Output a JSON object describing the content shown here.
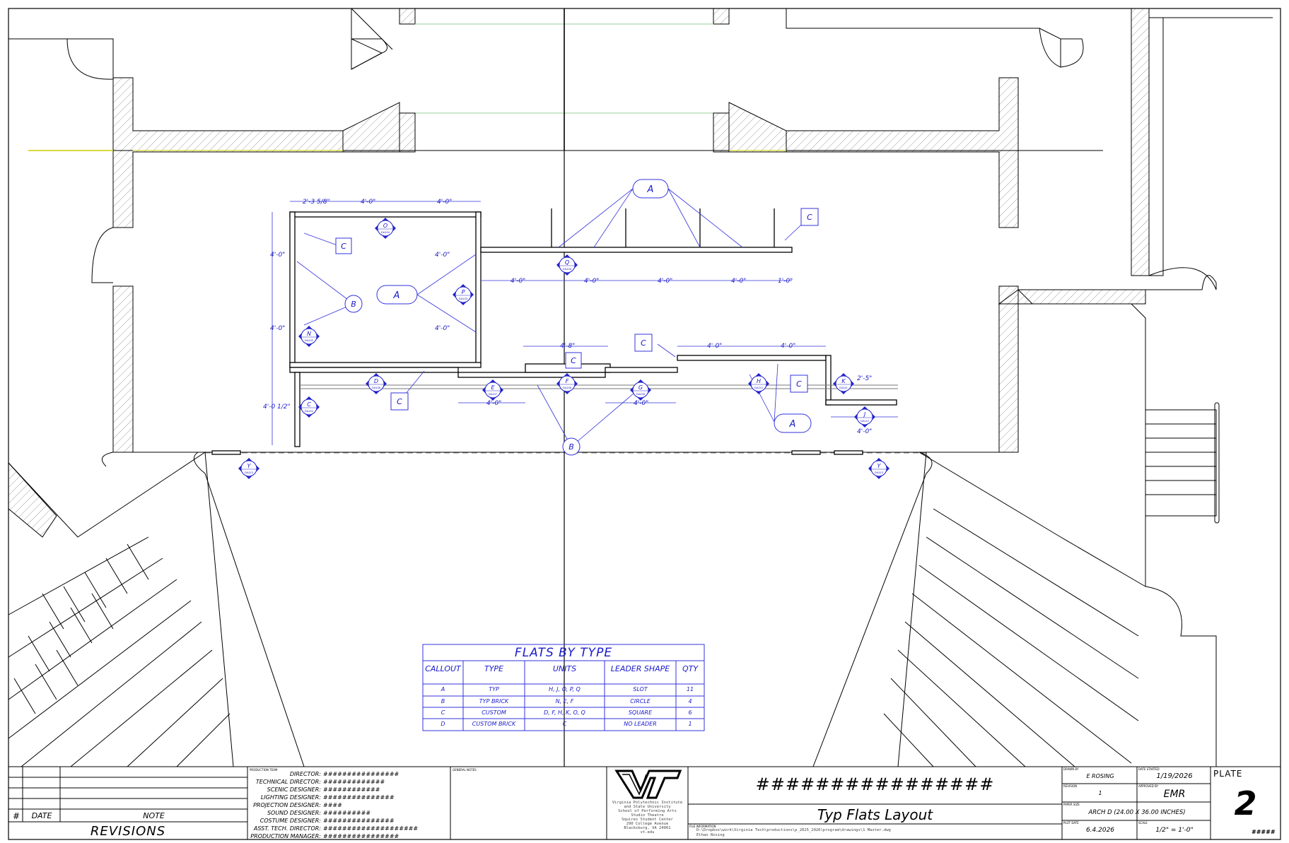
{
  "title_block": {
    "show_title_hash": "################",
    "drawing_title": "Typ Flats Layout",
    "drawn_by_label": "DRAWN BY",
    "drawn_by": "E ROSING",
    "date_started_label": "DATE STARTED",
    "date_started": "1/19/2026",
    "revision_label": "REVISION",
    "revision": "1",
    "approved_by_label": "APPROVED BY",
    "approved_by": "EMR",
    "paper_size_label": "PAPER SIZE",
    "paper_size": "ARCH D (24.00 X 36.00 INCHES)",
    "plot_date_label": "PLOT DATE",
    "plot_date": "6.4.2026",
    "scale_label": "SCALE",
    "scale": "1/2\" = 1'-0\"",
    "plate_label": "PLATE",
    "plate_number": "2",
    "sheet_hash": "#####",
    "file_path_label": "FILE INFORMATION",
    "file_path": "D:\\Dropbox\\work\\Virginia Tech\\productions\\p_2025_2026\\program\\drawings\\1 Master.dwg",
    "author": "Ethan Rosing",
    "general_notes_label": "GENERAL NOTES",
    "production_team_label": "PRODUCTION TEAM",
    "institution": [
      "Virginia Polytechnic Institute",
      "and State University",
      "School of Performing Arts",
      "Studio Theatre",
      "Squires Student Center",
      "290 College Avenue",
      "Blacksburg, VA 24061",
      "vt.edu"
    ],
    "team": [
      {
        "role": "DIRECTOR:",
        "name": "################"
      },
      {
        "role": "TECHNICAL DIRECTOR:",
        "name": "#############"
      },
      {
        "role": "SCENIC DESIGNER:",
        "name": "############"
      },
      {
        "role": "LIGHTING DESIGNER:",
        "name": "###############"
      },
      {
        "role": "PROJECTION DESIGNER:",
        "name": "####"
      },
      {
        "role": "SOUND DESIGNER:",
        "name": "##########"
      },
      {
        "role": "COSTUME DESIGNER:",
        "name": "###############"
      },
      {
        "role": "ASST. TECH. DIRECTOR:",
        "name": "####################"
      },
      {
        "role": "PRODUCTION MANAGER:",
        "name": "################"
      }
    ],
    "revisions": {
      "hash": "#",
      "date": "DATE",
      "note": "NOTE",
      "title": "REVISIONS"
    },
    "logo_text": "VT"
  },
  "schedule": {
    "title": "FLATS BY TYPE",
    "headers": [
      "CALLOUT",
      "TYPE",
      "UNITS",
      "LEADER SHAPE",
      "QTY"
    ],
    "rows": [
      [
        "A",
        "TYP",
        "H, J, O, P, Q",
        "SLOT",
        "11"
      ],
      [
        "B",
        "TYP BRICK",
        "N, E, F",
        "CIRCLE",
        "4"
      ],
      [
        "C",
        "CUSTOM",
        "D, F, H, K, O, Q",
        "SQUARE",
        "6"
      ],
      [
        "D",
        "CUSTOM BRICK",
        "C",
        "NO LEADER",
        "1"
      ]
    ]
  },
  "dimensions": {
    "d1": "2'-3 5/8\"",
    "d4": "4'-0\"",
    "d4b": "4'-0\"",
    "d4_1_2": "4'-0 1/2\"",
    "d1_0": "1'-0\"",
    "d4_8": "4'-8\"",
    "d2_5": "2'-5\""
  },
  "markers": {
    "O": {
      "letter": "O",
      "code": "DA104"
    },
    "P": {
      "letter": "P",
      "code": "DA103"
    },
    "Q": {
      "letter": "Q",
      "code": "DA105"
    },
    "N": {
      "letter": "N",
      "code": "DA102"
    },
    "C": {
      "letter": "C",
      "code": "DA101"
    },
    "D": {
      "letter": "D",
      "code": "DA106"
    },
    "E": {
      "letter": "E",
      "code": "DA107"
    },
    "F": {
      "letter": "F",
      "code": "DA108"
    },
    "G": {
      "letter": "G",
      "code": "DA109"
    },
    "H": {
      "letter": "H",
      "code": "DA110"
    },
    "K": {
      "letter": "K",
      "code": "DA111"
    },
    "J": {
      "letter": "J",
      "code": "DA112"
    },
    "Y": {
      "letter": "Y",
      "code": "DA113"
    }
  },
  "callouts": {
    "A": "A",
    "B": "B",
    "C": "C"
  }
}
